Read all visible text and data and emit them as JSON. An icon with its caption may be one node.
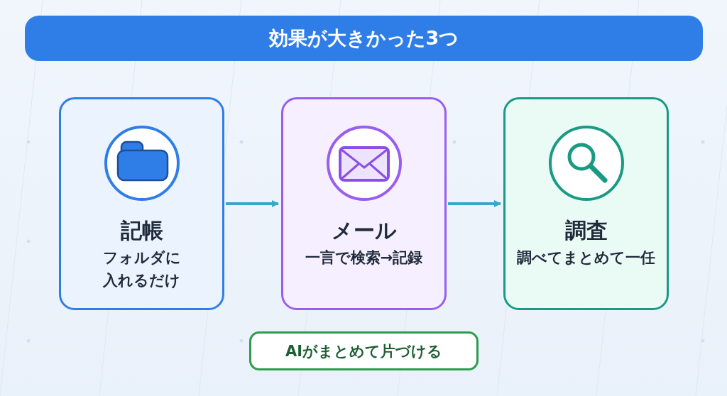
{
  "diagram": {
    "title": "効果が大きかった3つ",
    "nodes": [
      {
        "text": [
          "記帳",
          "フォルダに入れるだけ"
        ]
      },
      {
        "text": [
          "メール",
          "一言で検索→記録"
        ]
      },
      {
        "text": [
          "調査",
          "調べてまとめて一任"
        ]
      },
      {
        "text": [
          "AIがまとめて片づける"
        ]
      }
    ],
    "edges": [
      {
        "from": 0,
        "to": 1,
        "arrow": "to"
      },
      {
        "from": 1,
        "to": 2,
        "arrow": "to"
      }
    ]
  }
}
